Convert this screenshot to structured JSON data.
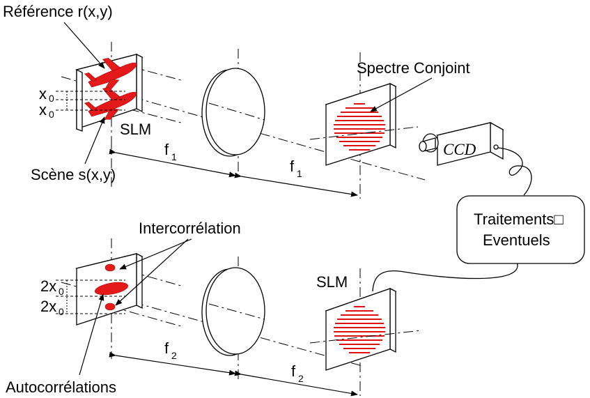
{
  "top": {
    "reference_label": "Référence r(x,y)",
    "scene_label": "Scène s(x,y)",
    "slm_label": "SLM",
    "spectrum_label": "Spectre Conjoint",
    "offset_label_1": "x",
    "offset_sub_1": "0",
    "offset_label_2": "x",
    "offset_sub_2": "0",
    "distance_1": "f",
    "distance_1_sub": "1",
    "distance_2": "f",
    "distance_2_sub": "1"
  },
  "camera": {
    "label": "CCD"
  },
  "processing": {
    "line1": "Traitements",
    "box_glyph": "□",
    "line2": "Eventuels"
  },
  "bottom": {
    "intercorrelation_label": "Intercorrélation",
    "autocorrelation_label": "Autocorrélations",
    "slm_label": "SLM",
    "offset_label_1": "2x",
    "offset_sub_1": "0",
    "offset_label_2": "2x",
    "offset_sub_2": "0",
    "distance_1": "f",
    "distance_1_sub": "2",
    "distance_2": "f",
    "distance_2_sub": "2"
  },
  "colors": {
    "accent_red": "#e41a1a",
    "line": "#000000"
  }
}
